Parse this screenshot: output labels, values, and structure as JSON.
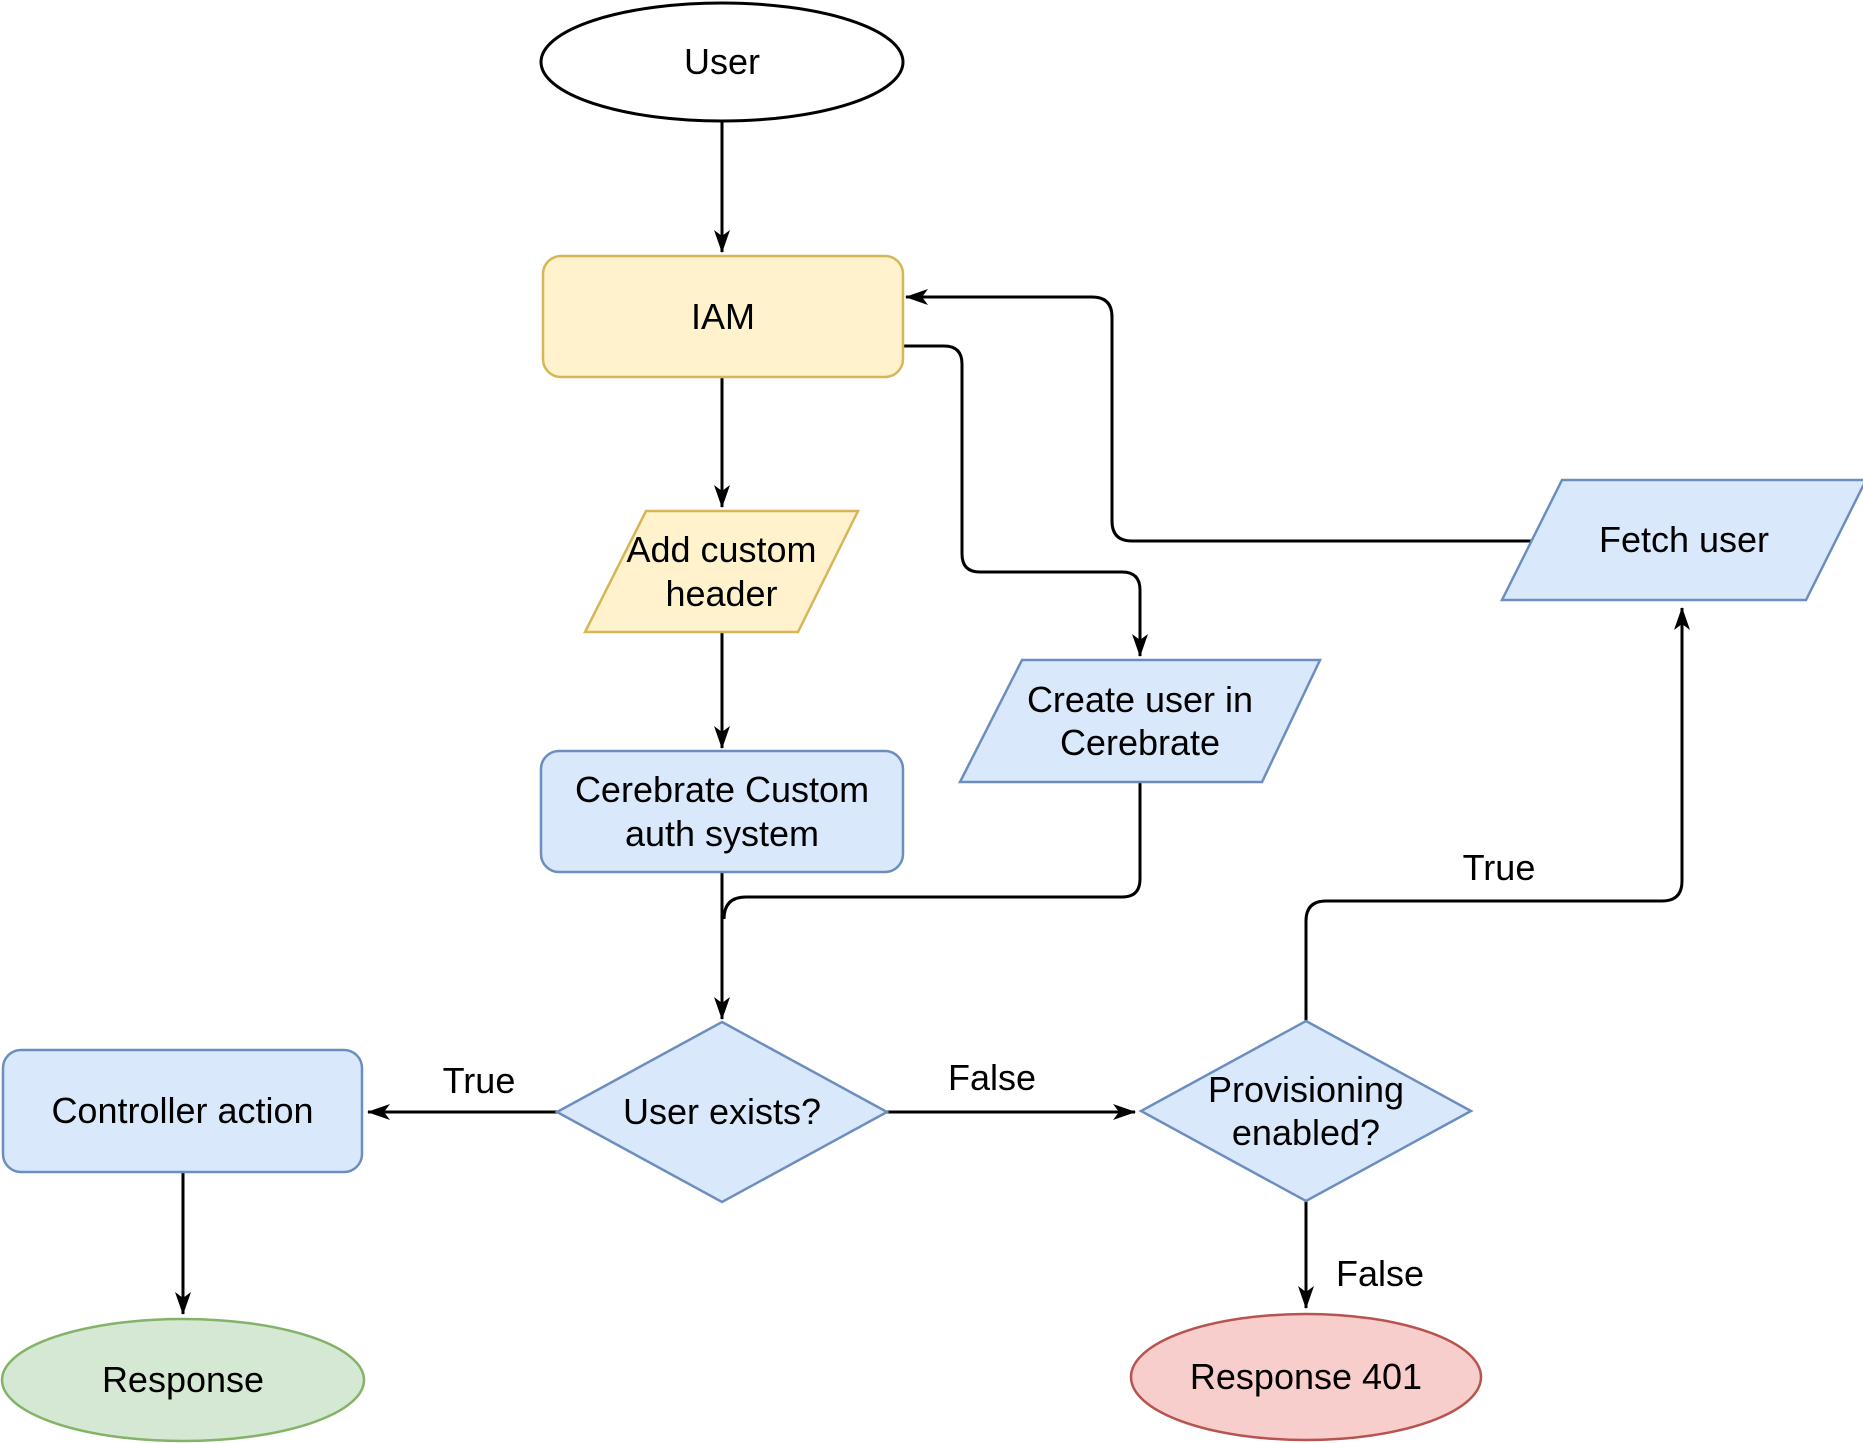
{
  "diagram": {
    "type": "flowchart",
    "nodes": {
      "user": {
        "label": "User",
        "shape": "ellipse",
        "fill": "#FFFFFF",
        "stroke": "#000000"
      },
      "iam": {
        "label": "IAM",
        "shape": "rounded-rect",
        "fill": "#FFF2CC",
        "stroke": "#D6B656"
      },
      "add_custom_header": {
        "label": "Add custom\nheader",
        "shape": "parallelogram",
        "fill": "#FFF2CC",
        "stroke": "#D6B656"
      },
      "cerebrate_auth": {
        "label": "Cerebrate Custom\nauth system",
        "shape": "rounded-rect",
        "fill": "#DAE8FC",
        "stroke": "#6C8EBF"
      },
      "create_user": {
        "label": "Create user in\nCerebrate",
        "shape": "parallelogram",
        "fill": "#DAE8FC",
        "stroke": "#6C8EBF"
      },
      "fetch_user": {
        "label": "Fetch user",
        "shape": "parallelogram",
        "fill": "#DAE8FC",
        "stroke": "#6C8EBF"
      },
      "user_exists": {
        "label": "User exists?",
        "shape": "diamond",
        "fill": "#DAE8FC",
        "stroke": "#6C8EBF"
      },
      "provisioning": {
        "label": "Provisioning\nenabled?",
        "shape": "diamond",
        "fill": "#DAE8FC",
        "stroke": "#6C8EBF"
      },
      "controller_action": {
        "label": "Controller action",
        "shape": "rounded-rect",
        "fill": "#DAE8FC",
        "stroke": "#6C8EBF"
      },
      "response": {
        "label": "Response",
        "shape": "ellipse",
        "fill": "#D5E8D4",
        "stroke": "#82B366"
      },
      "response_401": {
        "label": "Response 401",
        "shape": "ellipse",
        "fill": "#F8CECC",
        "stroke": "#B85450"
      }
    },
    "edges": [
      {
        "from": "user",
        "to": "iam",
        "label": ""
      },
      {
        "from": "iam",
        "to": "add_custom_header",
        "label": ""
      },
      {
        "from": "add_custom_header",
        "to": "cerebrate_auth",
        "label": ""
      },
      {
        "from": "cerebrate_auth",
        "to": "user_exists",
        "label": ""
      },
      {
        "from": "iam",
        "to": "create_user",
        "label": ""
      },
      {
        "from": "create_user",
        "to": "user_exists",
        "label": ""
      },
      {
        "from": "user_exists",
        "to": "controller_action",
        "label": "True"
      },
      {
        "from": "user_exists",
        "to": "provisioning",
        "label": "False"
      },
      {
        "from": "controller_action",
        "to": "response",
        "label": ""
      },
      {
        "from": "provisioning",
        "to": "response_401",
        "label": "False"
      },
      {
        "from": "provisioning",
        "to": "fetch_user",
        "label": "True"
      },
      {
        "from": "fetch_user",
        "to": "iam",
        "label": ""
      }
    ],
    "edge_labels": {
      "true_left": "True",
      "false_mid": "False",
      "true_right": "True",
      "false_bottom": "False"
    },
    "colors": {
      "edge": "#000000",
      "yellow_fill": "#FFF2CC",
      "yellow_stroke": "#D6B656",
      "blue_fill": "#DAE8FC",
      "blue_stroke": "#6C8EBF",
      "green_fill": "#D5E8D4",
      "green_stroke": "#82B366",
      "red_fill": "#F8CECC",
      "red_stroke": "#B85450"
    }
  }
}
